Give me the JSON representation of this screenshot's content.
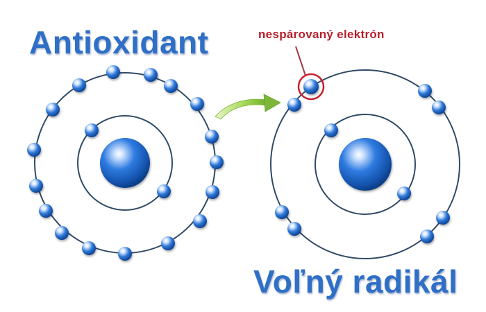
{
  "labels": {
    "antioxidant": "Antioxidant",
    "free_radical": "Voľný radikál",
    "unpaired_electron": "nespárovaný elektrón"
  },
  "colors": {
    "title": "#2f6fc6",
    "annotation": "#b81f2a",
    "orbit": "#2f4a66",
    "nucleus": "#1a5ec0",
    "arrow": "#8cc63f"
  }
}
